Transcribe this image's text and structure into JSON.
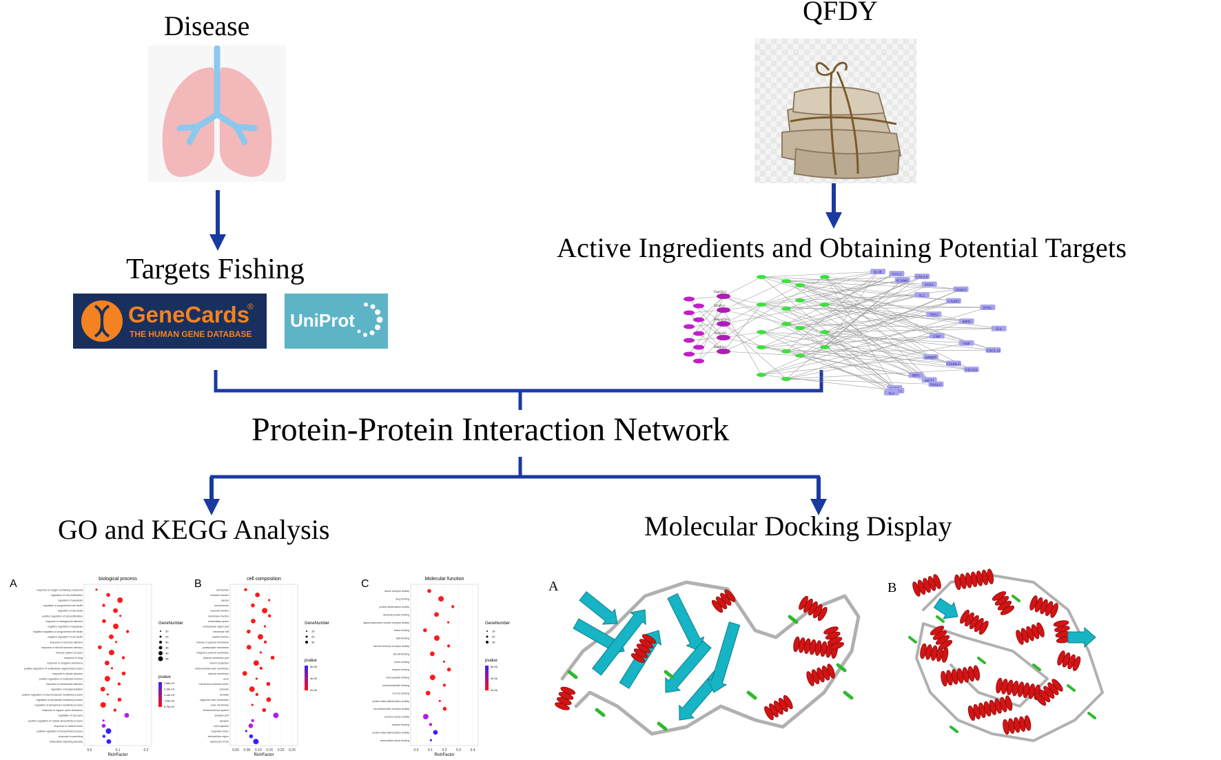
{
  "headings": {
    "disease": "Disease",
    "qfdy": "QFDY",
    "targets_fishing": "Targets Fishing",
    "active_ingredients": "Active Ingredients and Obtaining Potential Targets",
    "ppi": "Protein-Protein Interaction Network",
    "go_kegg": "GO and KEGG Analysis",
    "docking": "Molecular Docking Display"
  },
  "logos": {
    "genecards_name": "GeneCards",
    "genecards_mark": "®",
    "genecards_tagline": "THE HUMAN GENE DATABASE",
    "uniprot_name": "UniProt"
  },
  "network": {
    "targets": [
      "IL1B",
      "CCL2",
      "CXCL8",
      "ICAM1",
      "FGF1",
      "STAT3",
      "IL2",
      "CASP3",
      "IFNG",
      "TP53",
      "MPO",
      "IL6",
      "CRP",
      "TNF",
      "CXCL10",
      "MMP9",
      "CD40LG",
      "VEGFA",
      "IRF1",
      "AKT1",
      "FASLG",
      "EGFR",
      "STAT1",
      "IL4"
    ],
    "left_labels": [
      "DanQiu1",
      "ZhuRu1",
      "HuangQin1",
      "JinYinH1",
      "BanXia1"
    ]
  },
  "colors": {
    "arrow": "#1a3aa0",
    "lung_fill": "#f3b9ba",
    "bronchi": "#8cc8ee",
    "helix": "#d21414",
    "sheet": "#16b4c4",
    "turn": "#2fb92f",
    "coil": "#b0b0b0",
    "bubble_high": "#ff1010",
    "bubble_low": "#3a20ff"
  },
  "go_panels": [
    {
      "letter": "A",
      "title": "biological process",
      "xlabel": "RichFactor",
      "legend_size_title": "GeneNumber",
      "legend_size_values": [
        "20",
        "25",
        "30",
        "35",
        "40",
        "45"
      ],
      "legend_color_title": "pvalue",
      "legend_color_values": [
        "2.98e-19",
        "2.16e-19",
        "1.44e-19",
        "7.29e-20",
        "6.75e-22"
      ],
      "xticks": [
        "0.0",
        "0.1",
        "0.2"
      ],
      "terms": [
        "response to oxygen-containing compound",
        "regulation of cell proliferation",
        "regulation of apoptosis",
        "regulation of programmed cell death",
        "regulation of cell death",
        "positive regulation of cell proliferation",
        "response to endogenous stimulus",
        "negative regulation of apoptosis",
        "negative regulation of programmed cell death",
        "negative regulation of cell death",
        "response to hormone stimulus",
        "response to steroid hormone stimulus",
        "immune system process",
        "response to drug",
        "response to inorganic substance",
        "positive regulation of multicellular organismal process",
        "response to abiotic stimulus",
        "positive regulation of molecular function",
        "response to extracellular stimulus",
        "regulation of phosphorylation",
        "positive regulation of macromolecule metabolic process",
        "regulation of phosphate metabolic process",
        "regulation of phosphorus metabolic process",
        "response to organic cyclic substance",
        "regulation of cell cycle",
        "positive regulation of cellular biosynthetic process",
        "response to nutrient levels",
        "positive regulation of biosynthetic process",
        "response to wounding",
        "intracellular signaling cascade"
      ]
    },
    {
      "letter": "B",
      "title": "cell composition",
      "xlabel": "RichFactor",
      "legend_size_title": "GeneNumber",
      "legend_size_values": [
        "10",
        "20",
        "30"
      ],
      "legend_color_title": "pvalue",
      "legend_color_values": [
        "6e-06",
        "4e-06",
        "2e-06"
      ],
      "xticks": [
        "0.00",
        "0.05",
        "0.10",
        "0.15",
        "0.20",
        "0.25"
      ],
      "terms": [
        "cell fraction",
        "insoluble fraction",
        "cytosol",
        "chromosome",
        "vesicular fraction",
        "membrane fraction",
        "extracellular space",
        "extracellular region part",
        "membrane raft",
        "soluble fraction",
        "intrinsic to plasma membrane",
        "postsynaptic membrane",
        "integral to plasma membrane",
        "plasma membrane part",
        "neuron projection",
        "mitochondrial outer membrane",
        "plasma membrane",
        "axon",
        "membrane-enclosed lumen",
        "cytosolic",
        "dendrite",
        "organelle outer membrane",
        "outer membrane",
        "endomembrane system",
        "synapse part",
        "synapse",
        "cell projection",
        "organelle lumen",
        "extracellular region",
        "apical part of cell"
      ]
    },
    {
      "letter": "C",
      "title": "Molecular function",
      "xlabel": "RichFactor",
      "legend_size_title": "GeneNumber",
      "legend_size_values": [
        "10",
        "20",
        "30"
      ],
      "legend_color_title": "pvalue",
      "legend_color_values": [
        "6e-06",
        "4e-06",
        "2e-06"
      ],
      "xticks": [
        "0.0",
        "0.1",
        "0.2",
        "0.3",
        "0.4"
      ],
      "terms": [
        "amine receptor activity",
        "drug binding",
        "protein dimerization activity",
        "identical protein binding",
        "ligand-dependent nuclear receptor activity",
        "amine binding",
        "lipid binding",
        "steroid hormone receptor activity",
        "steroid binding",
        "heme binding",
        "enzyme binding",
        "neuropeptide binding",
        "neurotransmitter binding",
        "iron ion binding",
        "protein heterodimerization activity",
        "neurotransmitter receptor activity",
        "electron carrier activity",
        "cofactor binding",
        "protein heterodimerization activity",
        "transcription factor binding"
      ]
    }
  ],
  "docking": {
    "panel_a_letter": "A",
    "panel_b_letter": "B"
  }
}
